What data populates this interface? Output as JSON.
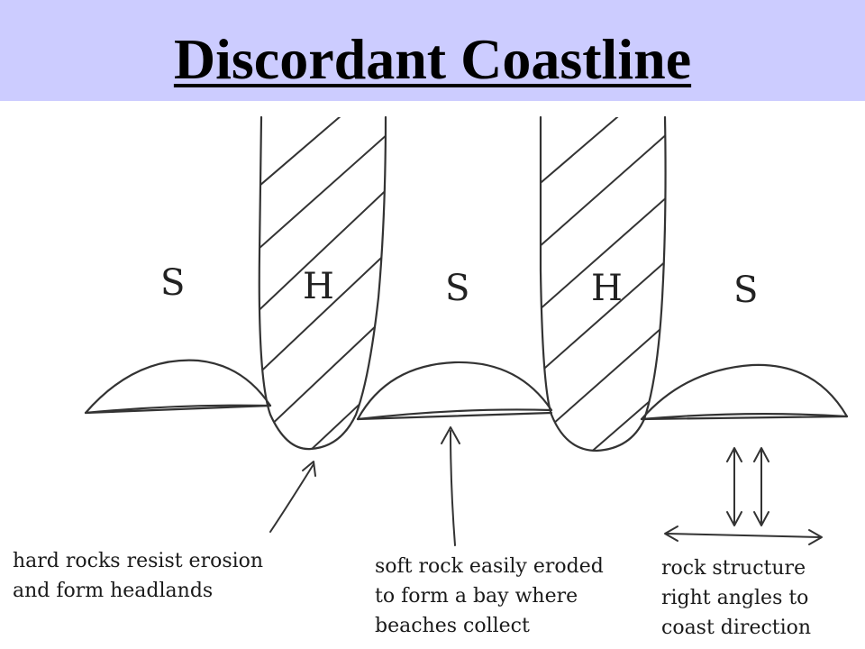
{
  "title": "Discordant Coastline",
  "labels": {
    "s1": "S",
    "h1": "H",
    "s2": "S",
    "h2": "H",
    "s3": "S"
  },
  "notes": {
    "hard_rock": [
      "hard rocks  resist  erosion",
      "and  form   headlands"
    ],
    "soft_rock": [
      "soft rock  easily  eroded",
      "to form  a bay  where",
      "beaches  collect"
    ],
    "structure": [
      "rock   structure",
      "right  angles  to",
      "coast  direction"
    ]
  }
}
